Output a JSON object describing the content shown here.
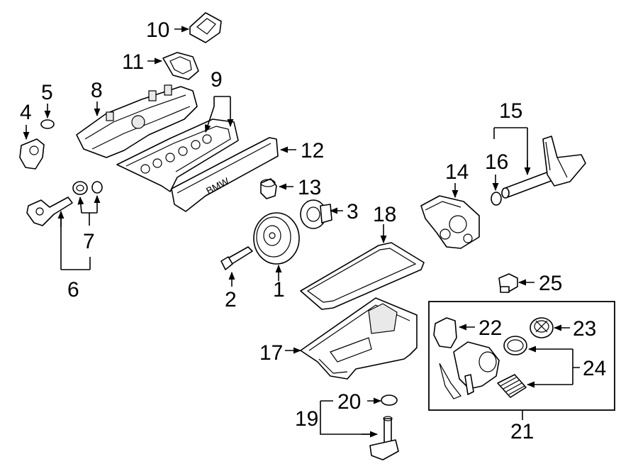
{
  "diagram": {
    "callouts": {
      "c1": "1",
      "c2": "2",
      "c3": "3",
      "c4": "4",
      "c5": "5",
      "c6": "6",
      "c7": "7",
      "c8": "8",
      "c9": "9",
      "c10": "10",
      "c11": "11",
      "c12": "12",
      "c13": "13",
      "c14": "14",
      "c15": "15",
      "c16": "16",
      "c17": "17",
      "c18": "18",
      "c19": "19",
      "c20": "20",
      "c21": "21",
      "c22": "22",
      "c23": "23",
      "c24": "24",
      "c25": "25"
    },
    "cover_logo_text": "BMW"
  }
}
